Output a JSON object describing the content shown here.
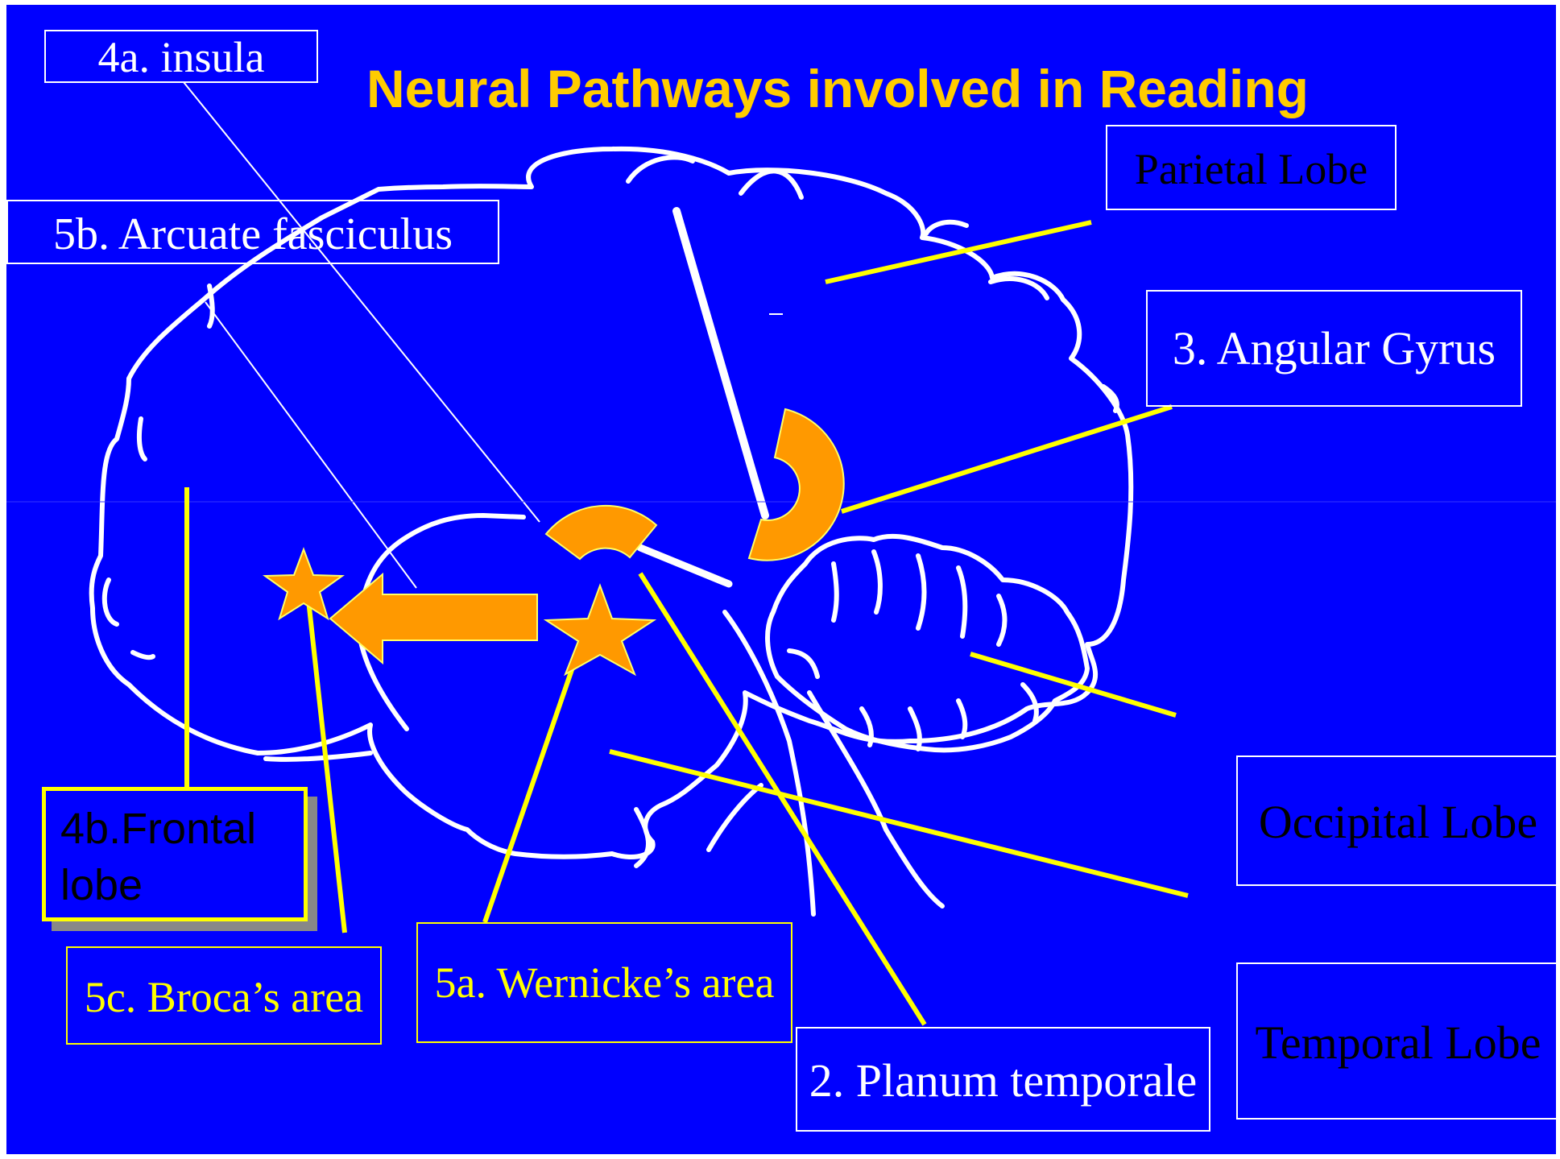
{
  "title": "Neural Pathways involved in Reading",
  "labels": {
    "insula": "4a. insula",
    "arcuate": "5b. Arcuate fasciculus",
    "parietal": "Parietal Lobe",
    "angular": "3. Angular Gyrus",
    "frontal": "4b.Frontal lobe",
    "occipital": "Occipital Lobe",
    "temporal": "Temporal Lobe",
    "broca": "5c. Broca’s area",
    "wernicke": "5a. Wernicke’s area",
    "planum": "2. Planum temporale"
  },
  "colors": {
    "background": "#0000ff",
    "title": "#ffcc00",
    "leader_lines": "#ffff00",
    "brain_outline": "#ffffff",
    "markers": "#ff9900"
  }
}
